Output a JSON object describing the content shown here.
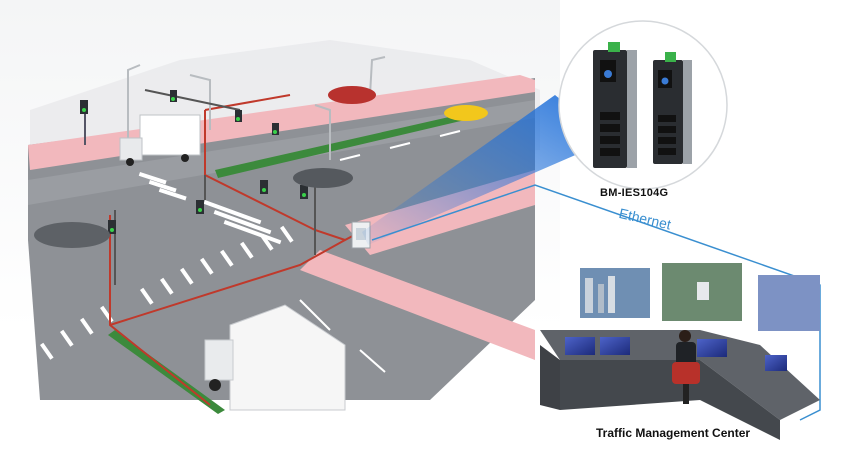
{
  "labels": {
    "device_model": "BM-IES104G",
    "link": "Ethernet",
    "control_room": "Traffic Management Center"
  },
  "icons": [
    "switch-icon",
    "traffic-light-icon",
    "truck-icon",
    "car-icon",
    "operator-icon",
    "monitor-icon"
  ],
  "colors": {
    "cable": "#c0392b",
    "ethernet_link": "#3a8fd0",
    "beam": "#1e6fd9",
    "sidewalk": "#f2b8bd",
    "road": "#8e9196",
    "median": "#3c8a3c"
  }
}
